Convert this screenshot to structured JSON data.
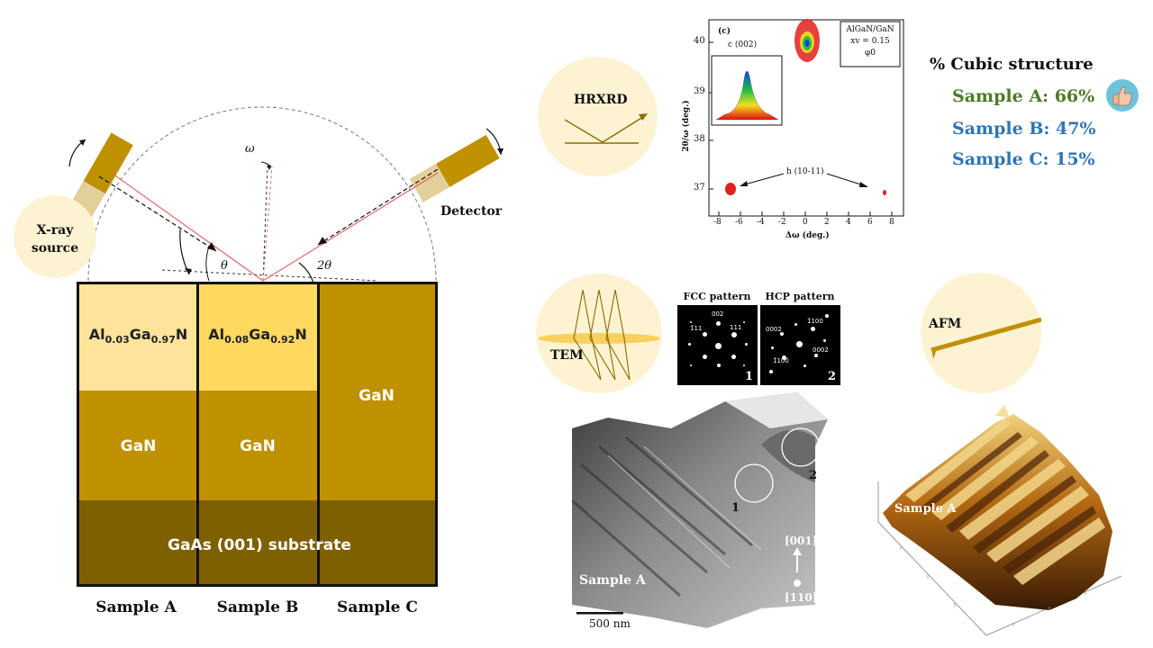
{
  "xrd_setup": {
    "source_label_line1": "X-ray",
    "source_label_line2": "source",
    "detector_label": "Detector",
    "omega_symbol": "ω",
    "theta_symbol": "θ",
    "two_theta_symbol": "2θ"
  },
  "layers": {
    "sample_a_top": "Al0.03Ga0.97N",
    "sample_b_top": "Al0.08Ga0.92N",
    "gan": "GaN",
    "substrate": "GaAs (001) substrate"
  },
  "formula_parts": {
    "a": {
      "al": "Al",
      "al_sub": "0.03",
      "ga": "Ga",
      "ga_sub": "0.97",
      "n": "N"
    },
    "b": {
      "al": "Al",
      "al_sub": "0.08",
      "ga": "Ga",
      "ga_sub": "0.92",
      "n": "N"
    }
  },
  "sample_labels": [
    "Sample A",
    "Sample B",
    "Sample C"
  ],
  "hrxrd": {
    "badge_label": "HRXRD",
    "panel_tag": "(c)",
    "inset_title": "c (002)",
    "legend_line1": "AlGaN/GaN",
    "legend_line2": "xv = 0.15",
    "legend_line3": "φ0",
    "annotation": "h (10-11)",
    "ylabel": "2θ/ω (deg.)",
    "xlabel": "Δω (deg.)",
    "yticks": [
      "40",
      "39",
      "38",
      "37"
    ],
    "xticks": [
      "-8",
      "-6",
      "-4",
      "-2",
      "0",
      "2",
      "4",
      "6",
      "8"
    ]
  },
  "cubic": {
    "title": "% Cubic structure",
    "lines": [
      {
        "text": "Sample A: 66%",
        "color": "#4f7a28"
      },
      {
        "text": "Sample B: 47%",
        "color": "#2f75b5"
      },
      {
        "text": "Sample C: 15%",
        "color": "#2f75b5"
      }
    ],
    "thumbs_icon": "thumbs-up-icon"
  },
  "tem": {
    "badge_label": "TEM",
    "fcc_title": "FCC pattern",
    "hcp_title": "HCP pattern",
    "fcc_number": "1",
    "hcp_number": "2",
    "fcc_spots": [
      "002",
      "1̄11",
      "111"
    ],
    "hcp_spots": [
      "1̄100",
      "0002",
      "0002",
      "1̄100"
    ],
    "image_label": "Sample A",
    "marker_1": "1",
    "marker_2": "2",
    "direction_up": "[001]",
    "direction_in": "[110]",
    "scale_bar": "500 nm"
  },
  "afm": {
    "badge_label": "AFM",
    "image_label": "Sample A"
  },
  "colors": {
    "algan_a": "#fde49a",
    "algan_b": "#ffd860",
    "gan": "#bf9000",
    "substrate": "#7f6000",
    "accent_gold": "#bf9000",
    "badge_bg": "#fdf3d3"
  }
}
